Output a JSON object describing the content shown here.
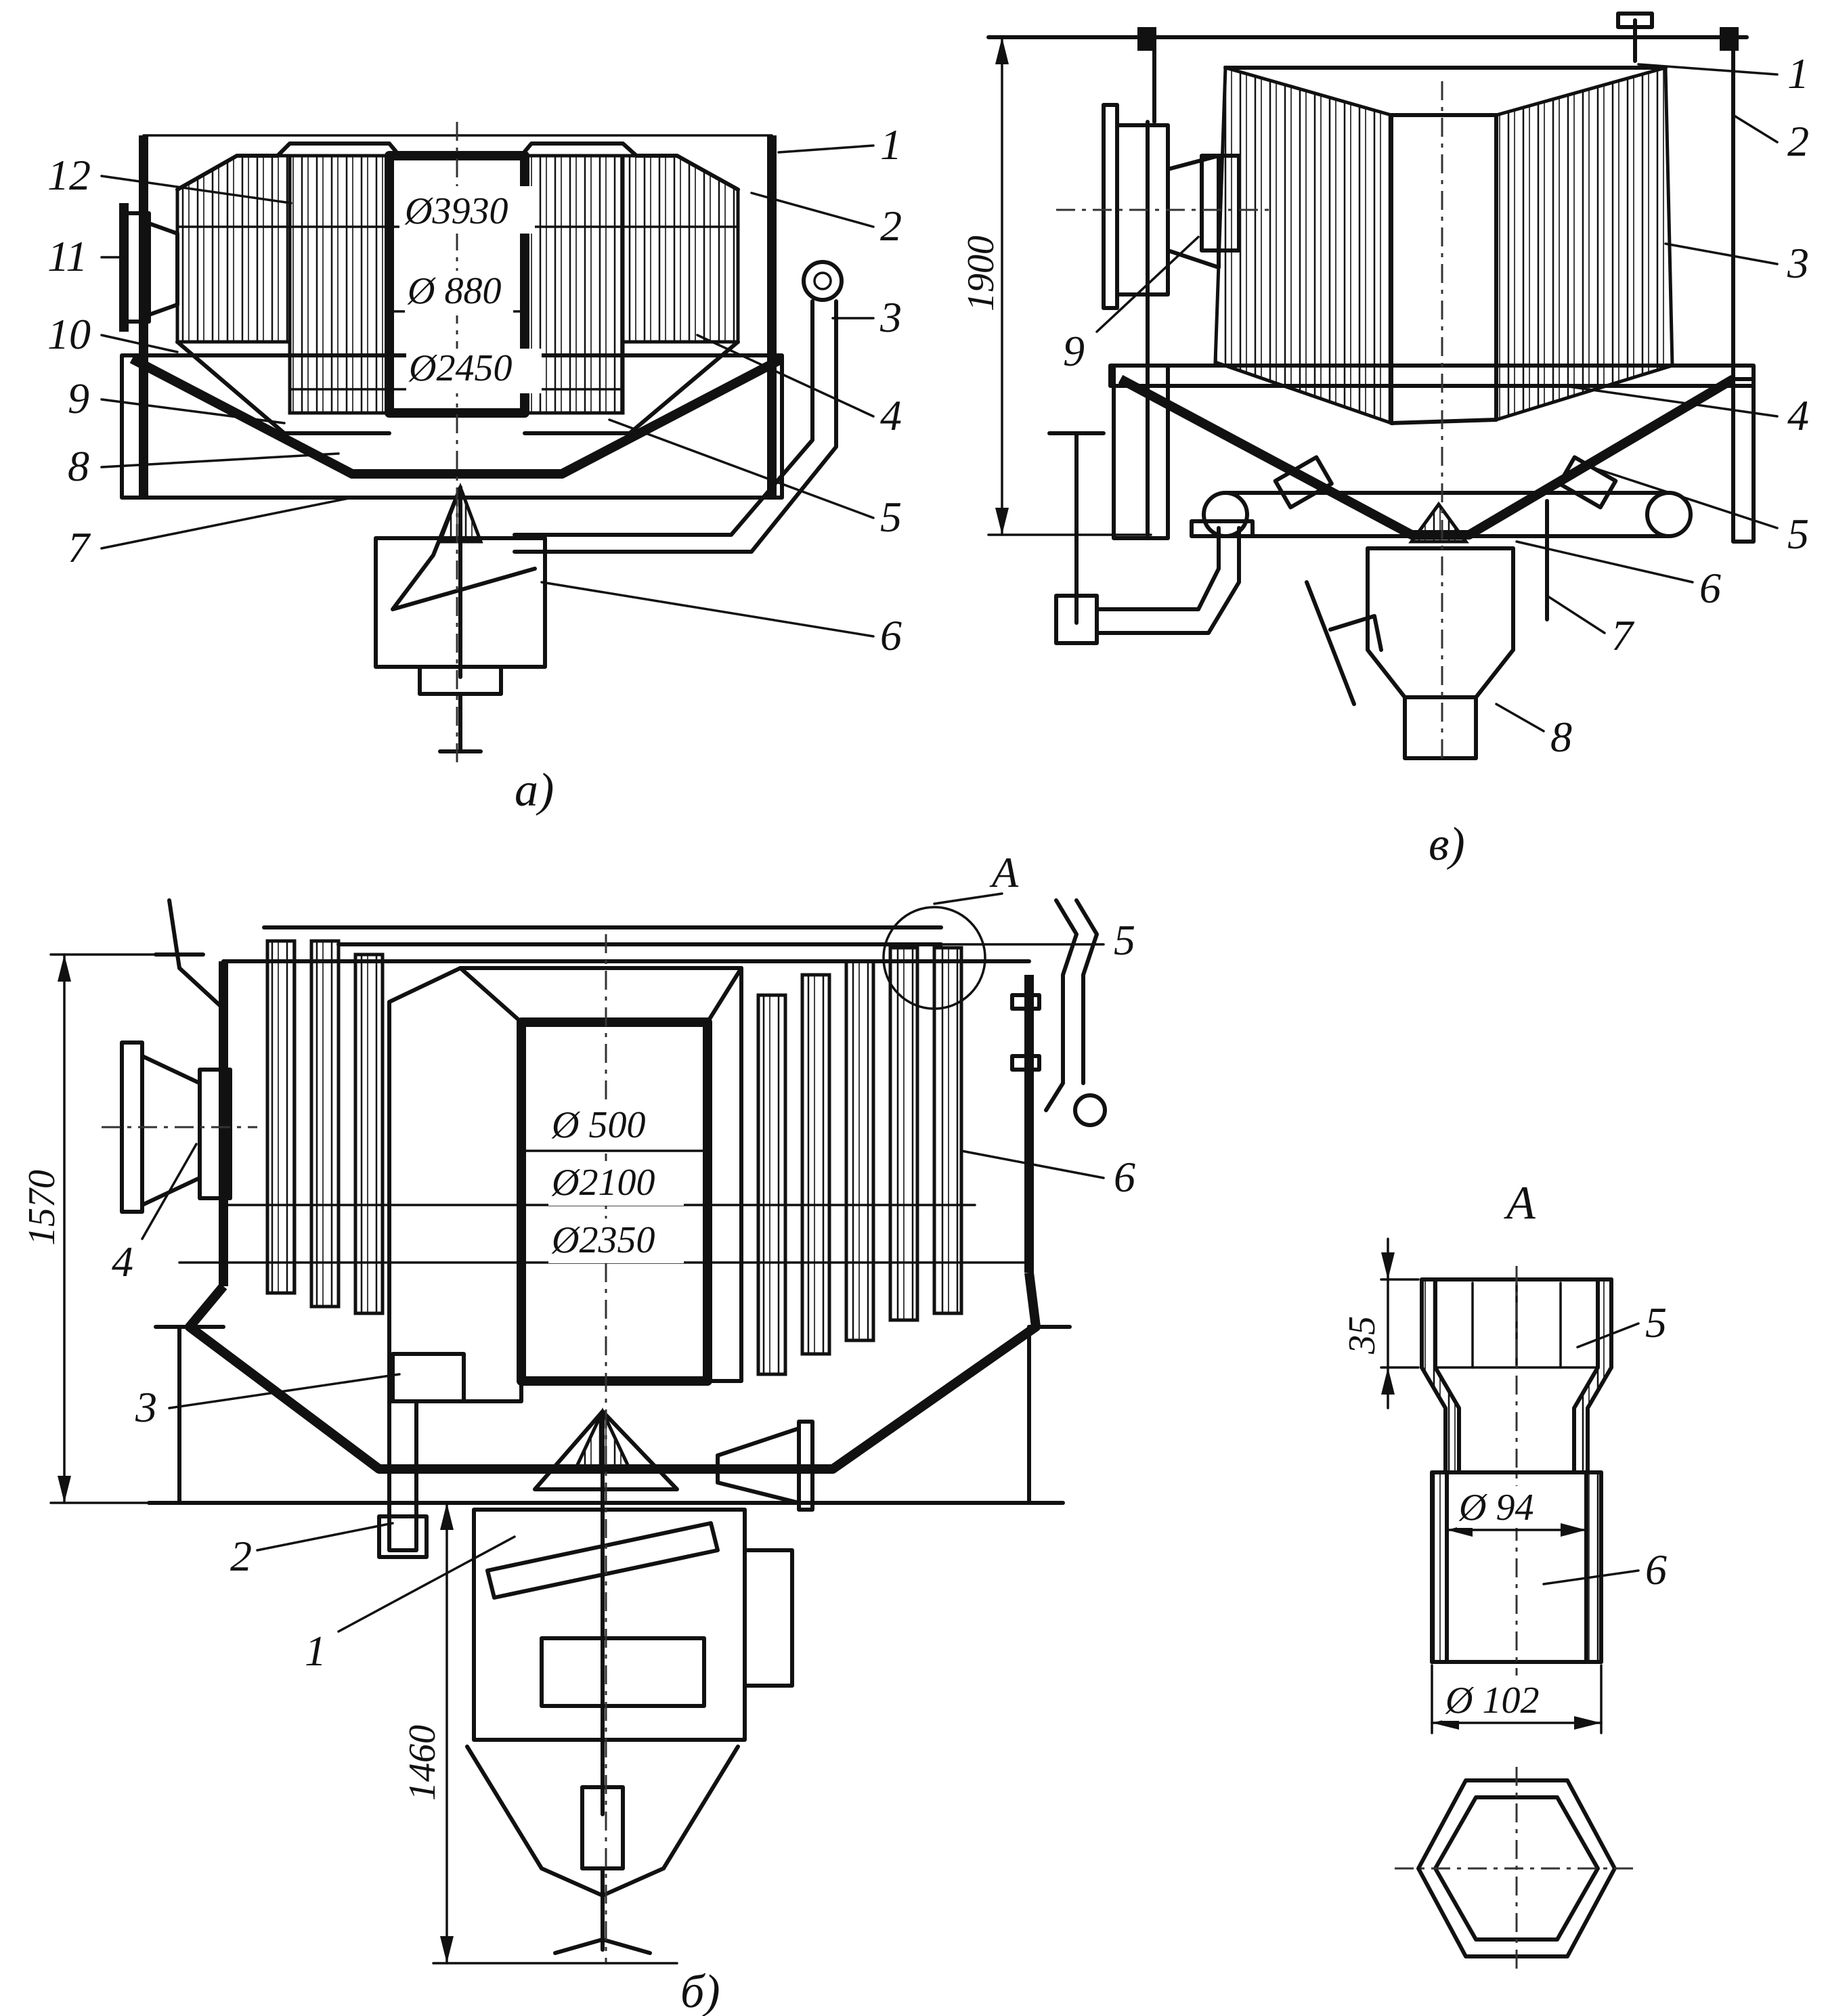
{
  "figure_a": {
    "caption": "а)",
    "labels": [
      "1",
      "2",
      "3",
      "4",
      "5",
      "6",
      "7",
      "8",
      "9",
      "10",
      "11",
      "12"
    ],
    "dims": [
      "Ø3930",
      "Ø 880",
      "Ø2450"
    ]
  },
  "figure_v": {
    "caption": "в)",
    "labels": [
      "1",
      "2",
      "3",
      "4",
      "5",
      "6",
      "7",
      "8",
      "9"
    ],
    "dims": [
      "1900"
    ]
  },
  "figure_b": {
    "caption": "б)",
    "labels": [
      "1",
      "2",
      "3",
      "4",
      "5",
      "6"
    ],
    "dims": [
      "Ø 500",
      "Ø2100",
      "Ø2350",
      "1570",
      "1460"
    ],
    "detail_marker": "А"
  },
  "detail_A": {
    "title": "А",
    "labels": [
      "5",
      "6"
    ],
    "dims": [
      "35",
      "Ø 94",
      "Ø 102"
    ]
  }
}
